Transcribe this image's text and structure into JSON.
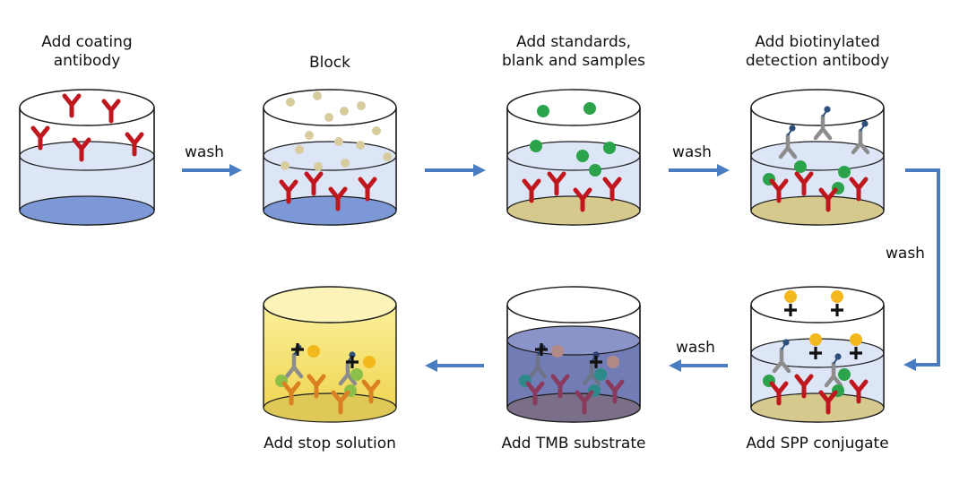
{
  "steps": [
    {
      "label": "Add coating\nantibody"
    },
    {
      "label": "Block"
    },
    {
      "label": "Add standards,\nblank and samples"
    },
    {
      "label": "Add biotinylated\ndetection antibody"
    },
    {
      "label": "Add SPP conjugate"
    },
    {
      "label": "Add TMB substrate"
    },
    {
      "label": "Add stop solution"
    }
  ],
  "wash_labels": [
    "wash",
    "wash",
    "wash"
  ],
  "colors": {
    "arrow": "#4a7cc4",
    "liquid": "#dde6f7",
    "bottom_blue": "#7c98d6",
    "bottom_tan": "#d6c98e",
    "antibody_red": "#c0161e",
    "detection_gray": "#8c8c8c",
    "biotin_blue": "#2c4f7c",
    "sample_green": "#2aa34a",
    "block_beads": "#d8cc9e",
    "spp_yellow": "#f2b81e",
    "tmb_purple": "#5a66a8",
    "stop_yellow": "#f6e160"
  }
}
